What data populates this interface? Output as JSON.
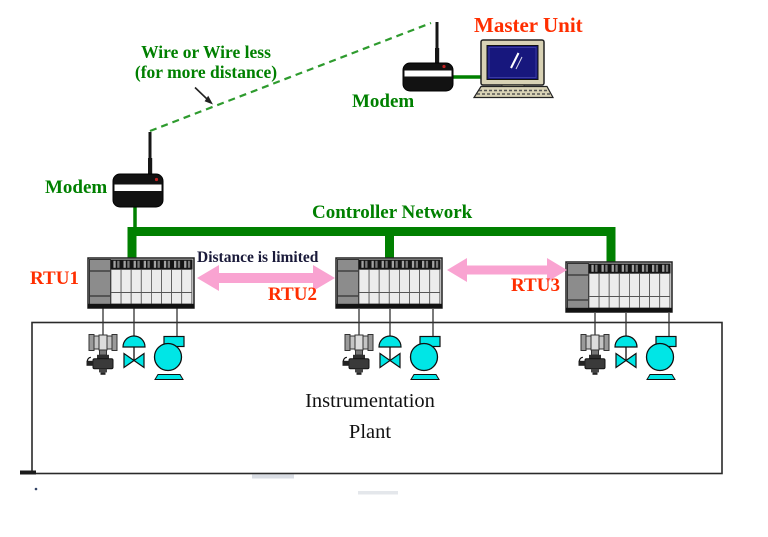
{
  "labels": {
    "master_unit": "Master Unit",
    "wireless_line1": "Wire or Wire less",
    "wireless_line2": "(for more distance)",
    "modem_top": "Modem",
    "modem_left": "Modem",
    "controller_network": "Controller Network",
    "distance_limited": "Distance is limited",
    "rtu1": "RTU1",
    "rtu2": "RTU2",
    "rtu3": "RTU3",
    "plant_line1": "Instrumentation",
    "plant_line2": "Plant"
  },
  "icons": {
    "left_modem": "modem-icon",
    "top_modem": "modem-icon",
    "master_computer": "desktop-computer-icon",
    "rtu_rack": "rtu-rack-icon",
    "transmitter": "flow-transmitter-icon",
    "valve": "control-valve-icon",
    "pump": "pump-icon"
  },
  "colors": {
    "green": "#008000",
    "green_dash": "#2E9B2E",
    "red": "#FF2E00",
    "navy": "#1A1A3A",
    "pink": "#F9A3D1",
    "cyan": "#00E6E6",
    "beige": "#D8D2B5",
    "screen_navy": "#17177D"
  }
}
